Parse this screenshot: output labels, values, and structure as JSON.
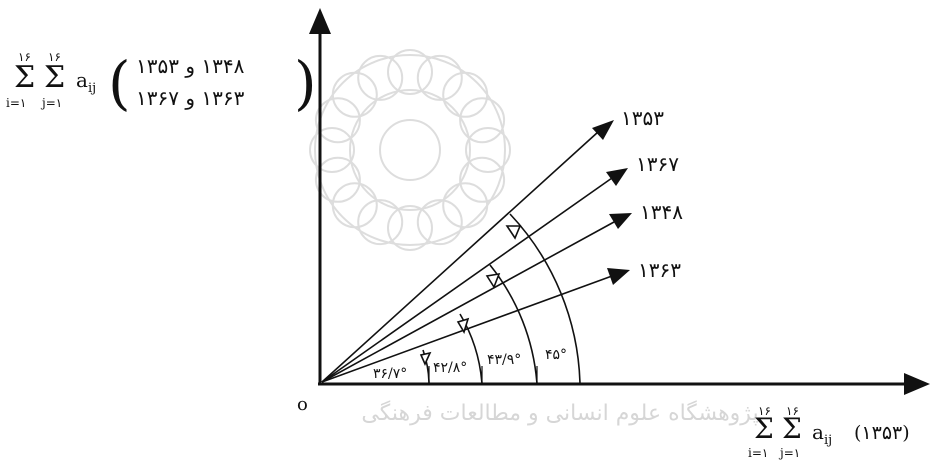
{
  "diagram": {
    "origin_label": "o",
    "years": [
      "۱۳۵۳",
      "۱۳۶۷",
      "۱۳۴۸",
      "۱۳۶۳"
    ],
    "angles": [
      "۴۵°",
      "۴۳/۹°",
      "۴۲/۸°",
      "۳۶/۷°"
    ],
    "y_axis_label": {
      "sum_symbol": "Σ",
      "upper_limit": "۱۶",
      "lower_i": "i=۱",
      "lower_j": "j=۱",
      "term": "a",
      "term_subscript": "ij",
      "line1": "۱۳۴۸ و ۱۳۵۳",
      "line2": "۱۳۶۳ و ۱۳۶۷"
    },
    "x_axis_label": {
      "sum_symbol": "Σ",
      "upper_limit": "۱۶",
      "lower_i": "i=۱",
      "lower_j": "j=۱",
      "term": "a",
      "term_subscript": "ij",
      "year": "(۱۳۵۳)"
    },
    "watermark": "پژوهشگاه علوم انسانی و مطالعات فرهنگی"
  }
}
